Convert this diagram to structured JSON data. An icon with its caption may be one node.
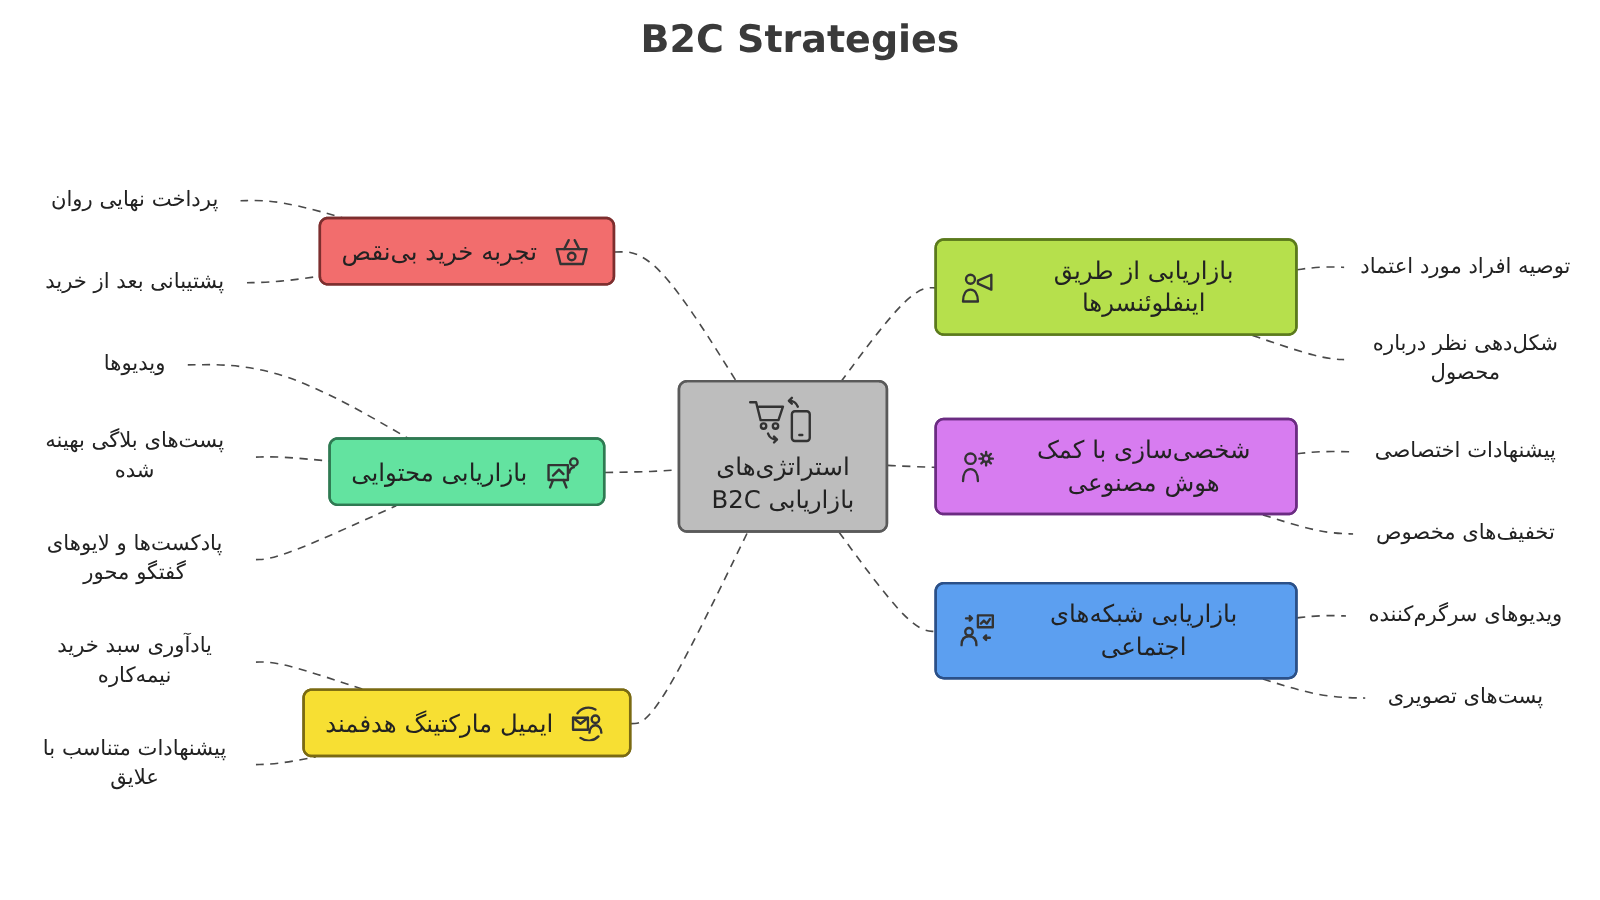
{
  "diagram": {
    "title": "B2C Strategies",
    "nodes": [
      {
        "text": [
          "استراتژی‌های بازاریابی B2C"
        ]
      },
      {
        "text": [
          "تجربه خرید بی‌نقص"
        ]
      },
      {
        "text": [
          "پرداخت نهایی روان"
        ]
      },
      {
        "text": [
          "پشتیبانی بعد از خرید"
        ]
      },
      {
        "text": [
          "بازاریابی از طریق اینفلوئنسرها"
        ]
      },
      {
        "text": [
          "توصیه افراد مورد اعتماد"
        ]
      },
      {
        "text": [
          "شکل‌دهی نظر درباره محصول"
        ]
      },
      {
        "text": [
          "بازاریابی محتوایی"
        ]
      },
      {
        "text": [
          "ویدیوها"
        ]
      },
      {
        "text": [
          "پست‌های بلاگی بهینه شده"
        ]
      },
      {
        "text": [
          "پادکست‌ها و لایوهای گفتگو محور"
        ]
      },
      {
        "text": [
          "شخصی‌سازی با کمک هوش مصنوعی"
        ]
      },
      {
        "text": [
          "پیشنهادات اختصاصی"
        ]
      },
      {
        "text": [
          "تخفیف‌های مخصوص"
        ]
      },
      {
        "text": [
          "ایمیل مارکتینگ هدفمند"
        ]
      },
      {
        "text": [
          "یادآوری سبد خرید نیمه‌کاره"
        ]
      },
      {
        "text": [
          "پیشنهادات متناسب با علایق"
        ]
      },
      {
        "text": [
          "بازاریابی شبکه‌های اجتماعی"
        ]
      },
      {
        "text": [
          "ویدیوهای سرگرم‌کننده"
        ]
      },
      {
        "text": [
          "پست‌های تصویری"
        ]
      }
    ],
    "edges": [
      {
        "from": 1,
        "to": 0,
        "arrow": "none",
        "style": "dashed"
      },
      {
        "from": 0,
        "to": 4,
        "arrow": "none",
        "style": "dashed"
      },
      {
        "from": 7,
        "to": 0,
        "arrow": "none",
        "style": "dashed"
      },
      {
        "from": 0,
        "to": 11,
        "arrow": "none",
        "style": "dashed"
      },
      {
        "from": 14,
        "to": 0,
        "arrow": "none",
        "style": "dashed"
      },
      {
        "from": 0,
        "to": 17,
        "arrow": "none",
        "style": "dashed"
      },
      {
        "from": 2,
        "to": 1,
        "arrow": "none",
        "style": "dashed"
      },
      {
        "from": 3,
        "to": 1,
        "arrow": "none",
        "style": "dashed"
      },
      {
        "from": 4,
        "to": 5,
        "arrow": "none",
        "style": "dashed"
      },
      {
        "from": 4,
        "to": 6,
        "arrow": "none",
        "style": "dashed"
      },
      {
        "from": 8,
        "to": 7,
        "arrow": "none",
        "style": "dashed"
      },
      {
        "from": 9,
        "to": 7,
        "arrow": "none",
        "style": "dashed"
      },
      {
        "from": 10,
        "to": 7,
        "arrow": "none",
        "style": "dashed"
      },
      {
        "from": 11,
        "to": 12,
        "arrow": "none",
        "style": "dashed"
      },
      {
        "from": 11,
        "to": 13,
        "arrow": "none",
        "style": "dashed"
      },
      {
        "from": 15,
        "to": 14,
        "arrow": "none",
        "style": "dashed"
      },
      {
        "from": 16,
        "to": 14,
        "arrow": "none",
        "style": "dashed"
      },
      {
        "from": 17,
        "to": 18,
        "arrow": "none",
        "style": "dashed"
      },
      {
        "from": 17,
        "to": 19,
        "arrow": "none",
        "style": "dashed"
      }
    ]
  }
}
